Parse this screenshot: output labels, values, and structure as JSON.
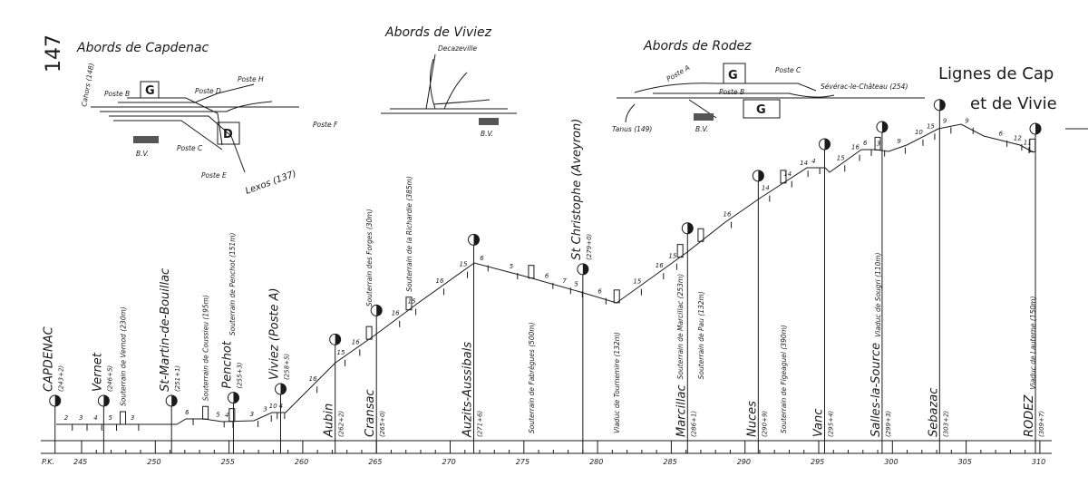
{
  "page_number": "147",
  "title_line1": "Lignes de Cap",
  "title_line2": "et de Vivie",
  "insets": {
    "capdenac": {
      "title": "Abords de Capdenac",
      "labels": [
        "Cahors (148)",
        "Poste B",
        "G",
        "Poste D",
        "Poste H",
        "Poste F",
        "D",
        "Poste C",
        "B.V.",
        "Lexos (137)",
        "Poste E"
      ]
    },
    "viviez": {
      "title": "Abords de Viviez",
      "labels": [
        "Decazeville",
        "B.V."
      ]
    },
    "rodez": {
      "title": "Abords de Rodez",
      "labels": [
        "Poste A",
        "G",
        "Poste C",
        "Poste B",
        "Sévérac-le-Château (254)",
        "G",
        "Tanus (149)",
        "B.V."
      ]
    }
  },
  "axis": {
    "label": "P.K.",
    "ticks": [
      245,
      250,
      255,
      260,
      265,
      270,
      275,
      280,
      285,
      290,
      295,
      300,
      305,
      310
    ]
  },
  "stations": [
    {
      "name": "CAPDENAC",
      "pk": "(243+2)",
      "km": 243.2
    },
    {
      "name": "Vernet",
      "pk": "(246+5)",
      "km": 246.5
    },
    {
      "name": "St-Martin-de-Bouillac",
      "pk": "(251+1)",
      "km": 251.1
    },
    {
      "name": "Penchot",
      "pk": "(255+3)",
      "km": 255.3
    },
    {
      "name": "Viviez (Poste A)",
      "pk": "(258+5)",
      "km": 258.5
    },
    {
      "name": "Aubin",
      "pk": "(262+2)",
      "km": 262.2
    },
    {
      "name": "Cransac",
      "pk": "(265+0)",
      "km": 265.0
    },
    {
      "name": "Auzits-Aussibals",
      "pk": "(271+6)",
      "km": 271.6
    },
    {
      "name": "St Christophe (Aveyron)",
      "pk": "(279+0)",
      "km": 279.0
    },
    {
      "name": "Marcillac",
      "pk": "(286+1)",
      "km": 286.1
    },
    {
      "name": "Nuces",
      "pk": "(290+9)",
      "km": 290.9
    },
    {
      "name": "Vanc",
      "pk": "(295+4)",
      "km": 295.4
    },
    {
      "name": "Salles-la-Source",
      "pk": "(299+3)",
      "km": 299.3
    },
    {
      "name": "Sebazac",
      "pk": "(303+2)",
      "km": 303.2
    },
    {
      "name": "RODEZ",
      "pk": "(309+7)",
      "km": 309.7
    }
  ],
  "structures": [
    {
      "name": "Souterrain de Vernod (230m)",
      "km": 247.8
    },
    {
      "name": "Souterrain de Coussieu (195m)",
      "km": 253.4
    },
    {
      "name": "Souterrain de Penchot (151m)",
      "km": 255.2
    },
    {
      "name": "Souterrain des Forges (30m)",
      "km": 264.5
    },
    {
      "name": "Souterrain de la Richardie (385m)",
      "km": 267.2
    },
    {
      "name": "Souterrain de Fabrègues (500m)",
      "km": 275.5
    },
    {
      "name": "Viaduc de Tournemire (132m)",
      "km": 281.3
    },
    {
      "name": "Souterrain de Marcillac (253m)",
      "km": 285.6
    },
    {
      "name": "Souterrain de Pau (132m)",
      "km": 287.0
    },
    {
      "name": "Souterrain de Figeaguel (390m)",
      "km": 292.6
    },
    {
      "name": "Viaduc de Sougri (110m)",
      "km": 299.0
    },
    {
      "name": "Viaduc de Lauterne (150m)",
      "km": 309.5
    }
  ],
  "gradients": [
    {
      "km": 244,
      "v": "2"
    },
    {
      "km": 245,
      "v": "3"
    },
    {
      "km": 246,
      "v": "4"
    },
    {
      "km": 247,
      "v": "5"
    },
    {
      "km": 248.5,
      "v": "3"
    },
    {
      "km": 252.2,
      "v": "6"
    },
    {
      "km": 254.3,
      "v": "5"
    },
    {
      "km": 254.9,
      "v": "4"
    },
    {
      "km": 256.6,
      "v": "3"
    },
    {
      "km": 257.5,
      "v": "3"
    },
    {
      "km": 257.9,
      "v": "10"
    },
    {
      "km": 258.4,
      "v": "4"
    },
    {
      "km": 260.6,
      "v": "16"
    },
    {
      "km": 262.5,
      "v": "15"
    },
    {
      "km": 263.5,
      "v": "16"
    },
    {
      "km": 266.2,
      "v": "16"
    },
    {
      "km": 267.3,
      "v": "15"
    },
    {
      "km": 269.2,
      "v": "16"
    },
    {
      "km": 270.8,
      "v": "15"
    },
    {
      "km": 272.2,
      "v": "6"
    },
    {
      "km": 274.2,
      "v": "5"
    },
    {
      "km": 276.6,
      "v": "6"
    },
    {
      "km": 277.8,
      "v": "7"
    },
    {
      "km": 278.6,
      "v": "5"
    },
    {
      "km": 280.2,
      "v": "6"
    },
    {
      "km": 282.6,
      "v": "15"
    },
    {
      "km": 284.1,
      "v": "16"
    },
    {
      "km": 285,
      "v": "15"
    },
    {
      "km": 288.7,
      "v": "16"
    },
    {
      "km": 291.3,
      "v": "14"
    },
    {
      "km": 292.8,
      "v": "14"
    },
    {
      "km": 293.9,
      "v": "14"
    },
    {
      "km": 294.7,
      "v": "4"
    },
    {
      "km": 296.4,
      "v": "15"
    },
    {
      "km": 297.4,
      "v": "16"
    },
    {
      "km": 298.2,
      "v": "6"
    },
    {
      "km": 299.1,
      "v": "3"
    },
    {
      "km": 300.5,
      "v": "9"
    },
    {
      "km": 301.7,
      "v": "10"
    },
    {
      "km": 302.5,
      "v": "15"
    },
    {
      "km": 303.6,
      "v": "9"
    },
    {
      "km": 305.1,
      "v": "9"
    },
    {
      "km": 307.4,
      "v": "6"
    },
    {
      "km": 308.4,
      "v": "12"
    },
    {
      "km": 308.9,
      "v": "11"
    }
  ],
  "colors": {
    "ink": "#1a1a1a",
    "paper": "#ffffff"
  }
}
